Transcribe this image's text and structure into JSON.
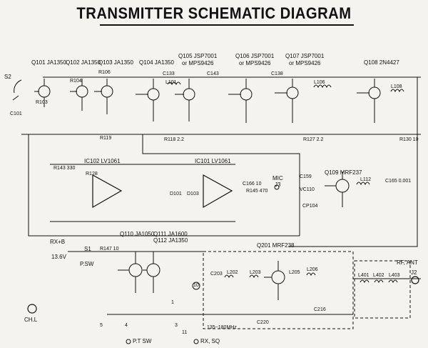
{
  "title": "TRANSMITTER SCHEMATIC DIAGRAM",
  "transistors": {
    "q101": "Q101 JA1350",
    "q102": "Q102 JA1350",
    "q103": "Q103 JA1350",
    "q104": "Q104 JA1350",
    "q105a": "Q105 JSP7001",
    "q105b": "or MPS9426",
    "q106a": "Q106 JSP7001",
    "q106b": "or MPS9426",
    "q107a": "Q107 JSP7001",
    "q107b": "or MPS9426",
    "q108": "Q108 2N4427",
    "q109": "Q109 MRF237",
    "q110": "Q110 JA1050",
    "q111": "Q111 JA1600",
    "q112": "Q112 JA1350",
    "q201": "Q201 MRF238"
  },
  "ics": {
    "ic102": "IC102 LV1061",
    "ic101": "IC101 LV1061"
  },
  "connectors": {
    "s2": "S2",
    "mic": "MIC",
    "j3": "J3",
    "rxb": "RX+B",
    "s1": "S1",
    "psw": "P.SW",
    "v136": "13.6V",
    "chl": "CH.L",
    "ptsw": "P.T SW",
    "rxsq": "RX, SQ",
    "rfant": "RF, ANT",
    "j2": "J2"
  },
  "components": {
    "c101": "C101",
    "r103": "R103",
    "c133": "C133",
    "l101": "L101",
    "c143": "C143",
    "r104": "R104",
    "r106": "R106",
    "c138": "C138",
    "r118": "R118 2.2",
    "r119": "R119",
    "l106": "L106",
    "c159": "C159",
    "vc110": "VC110",
    "r127": "R127 2.2",
    "r130": "R130 10",
    "l108": "L108",
    "r143": "R143 330",
    "r128": "R128",
    "d101": "D101",
    "d103": "D103",
    "c166": "C166 10",
    "r145": "R145 470",
    "cp104": "CP104",
    "l112": "L112",
    "c165": "C165 0.001",
    "c203": "C203",
    "l202": "L202",
    "l203": "L203",
    "l205": "L205",
    "l206": "L206",
    "l401": "L401",
    "l402": "L402",
    "l403": "L403",
    "r147": "R147 10",
    "c216": "C216",
    "c220": "C220",
    "mhz": "135~180MHz"
  },
  "node_numbers": [
    "1",
    "3",
    "4",
    "5",
    "10",
    "11"
  ]
}
